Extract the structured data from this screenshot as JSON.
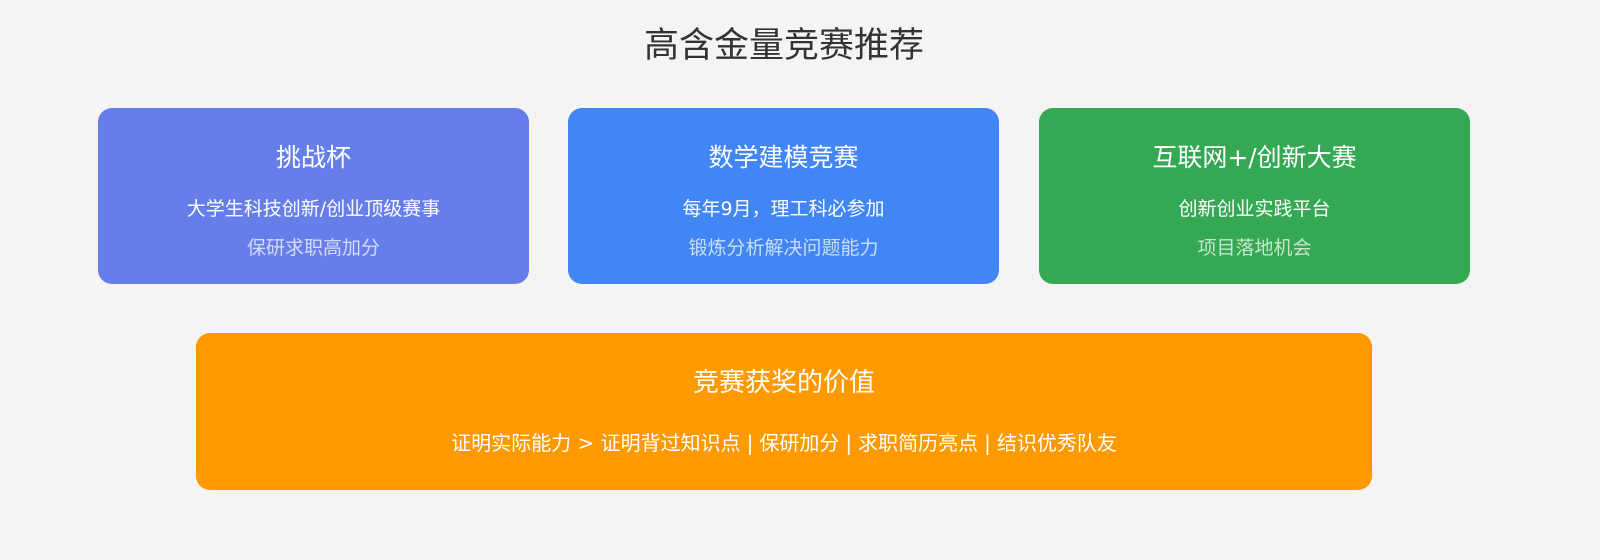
{
  "title": "高含金量竞赛推荐",
  "colors": {
    "background": "#f4f4f4",
    "card_1": "#667eea",
    "card_2": "#4285f4",
    "card_3": "#34a853",
    "value_box": "#ff9900"
  },
  "cards": [
    {
      "title": "挑战杯",
      "desc": "大学生科技创新/创业顶级赛事",
      "note": "保研求职高加分"
    },
    {
      "title": "数学建模竞赛",
      "desc": "每年9月，理工科必参加",
      "note": "锻炼分析解决问题能力"
    },
    {
      "title": "互联网+/创新大赛",
      "desc": "创新创业实践平台",
      "note": "项目落地机会"
    }
  ],
  "value": {
    "title": "竞赛获奖的价值",
    "items": [
      "证明实际能力 > 证明背过知识点",
      "保研加分",
      "求职简历亮点",
      "结识优秀队友"
    ],
    "separator": "|"
  }
}
